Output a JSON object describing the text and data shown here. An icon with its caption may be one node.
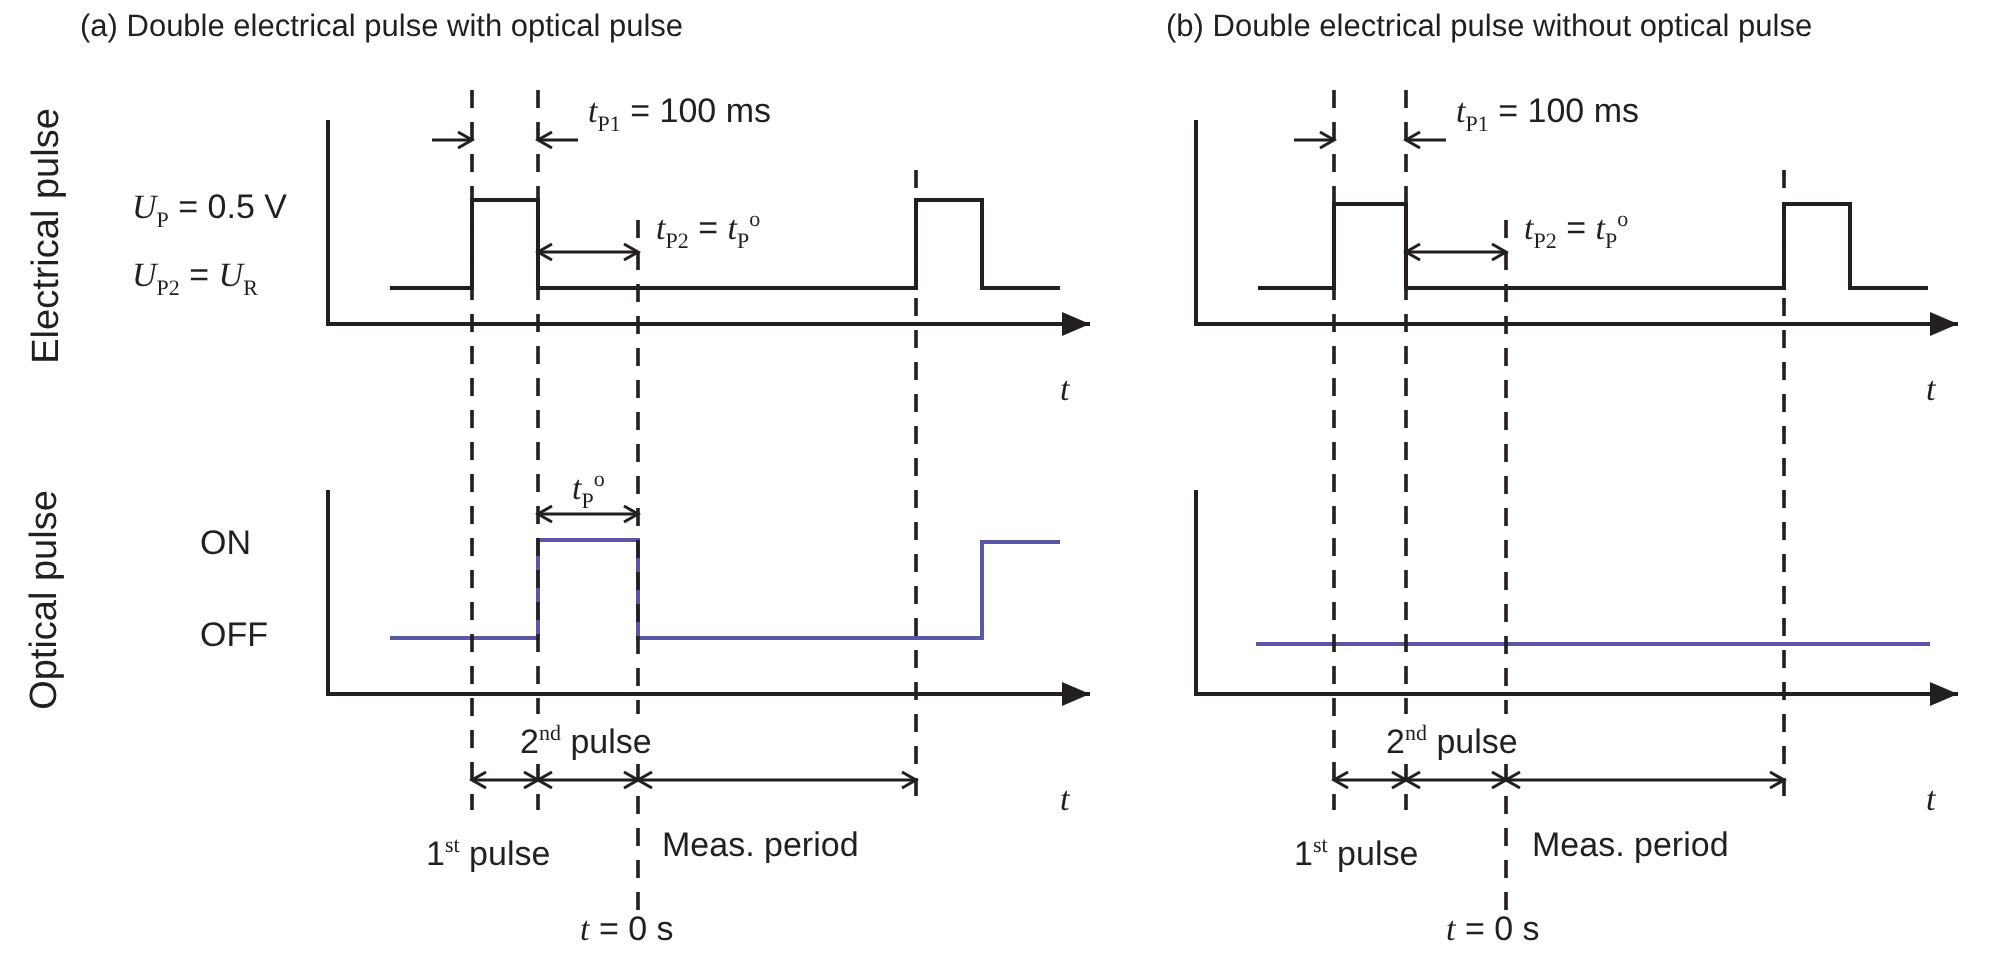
{
  "diagram": {
    "labels": [
      "(a) Double electrical pulse with optical pulse",
      "(b) Double electrical pulse without optical pulse",
      "Electrical pulse",
      "*t*$_{P1}$ = 100 ms",
      "*U*$_{P}$ = 0.5 V",
      "*U*$_{P2}$ = *U*$_{R}$",
      "*t*$_{P2}$ = *t*$_{P}$$^{o}$",
      "t",
      "Optical pulse",
      "*t*$_{P}$$^{o}$",
      "ON",
      "OFF",
      "t",
      "2$^{nd}$ pulse",
      "1$^{st}$ pulse",
      "Meas. period",
      "*t* = 0 s",
      "*t*$_{P1}$ = 100 ms",
      "*t*$_{P2}$ = *t*$_{P}$$^{o}$",
      "t",
      "t",
      "2$^{nd}$ pulse",
      "1$^{st}$ pulse",
      "Meas. period",
      "*t* = 0 s"
    ]
  }
}
